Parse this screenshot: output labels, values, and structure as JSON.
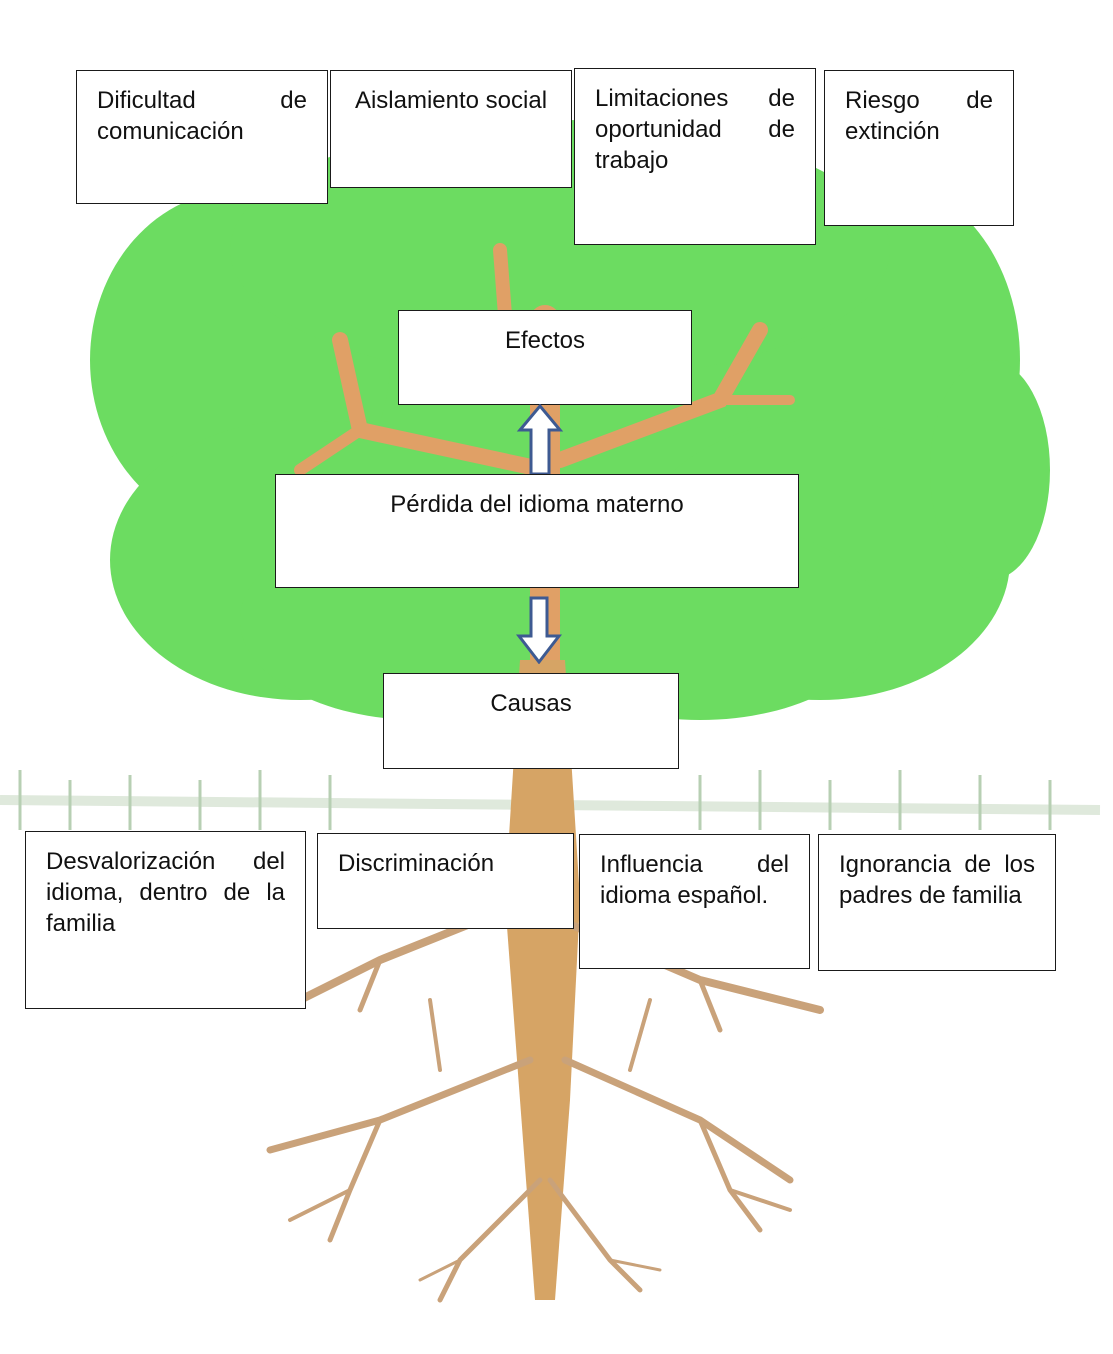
{
  "diagram": {
    "effects": [
      "Dificultad de comunicación",
      "Aislamiento social",
      "Limitaciones de oportunidad de trabajo",
      "Riesgo de extinción"
    ],
    "effects_label": "Efectos",
    "core_problem": "Pérdida del idioma materno",
    "causes_label": "Causas",
    "causes": [
      "Desvalorización del idioma, dentro de la familia",
      "Discriminación",
      "Influencia del idioma español.",
      "Ignorancia de los padres de familia"
    ],
    "colors": {
      "foliage": "#6cdc61",
      "trunk": "#d6a465",
      "roots": "#c9a27a",
      "arrow": "#3e5a92",
      "grass": "#b7cfb3"
    }
  }
}
